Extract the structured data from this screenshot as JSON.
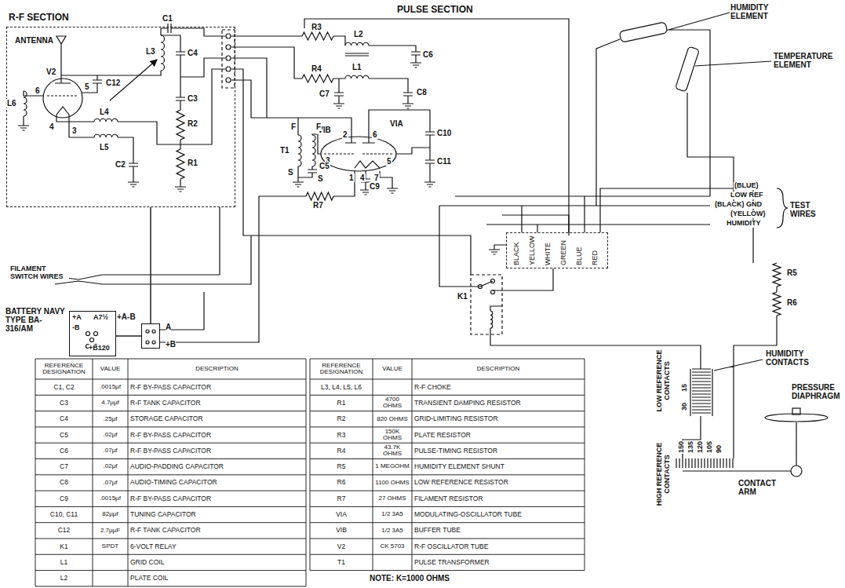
{
  "diagram": {
    "nodes": [
      {
        "text": [
          "R-F SECTION"
        ]
      },
      {
        "text": [
          "BATTERY NAVY TYPE BA-316/AM",
          "+A",
          "-B",
          "A7½",
          "+B120"
        ]
      },
      {
        "text": [
          "+A-B",
          "A",
          "+B"
        ]
      },
      {
        "text": [
          "BLACK",
          "YELLOW",
          "WHITE",
          "GREEN",
          "BLUE",
          "RED"
        ]
      }
    ],
    "edges": [
      {
        "from": 1,
        "to": 2,
        "arrow": "none"
      },
      {
        "from": 2,
        "to": 0,
        "arrow": "none"
      }
    ],
    "labels": [
      "PULSE SECTION",
      "ANTENNA",
      "V2",
      "C1",
      "L3",
      "C4",
      "C12",
      "5",
      "6",
      "C3",
      "R2",
      "4",
      "3",
      "L4",
      "L6",
      "L5",
      "C2",
      "R1",
      "R3",
      "L2",
      "C6",
      "L1",
      "R4",
      "C7",
      "C8",
      "VIA",
      "VIB",
      "2",
      "6",
      "3",
      "5",
      "C5",
      "1",
      "4",
      "7",
      "C9",
      "C10",
      "C11",
      "T1",
      "F",
      "F",
      "S",
      "S",
      "R7",
      "HUMIDITY ELEMENT",
      "TEMPERATURE ELEMENT",
      "(BLUE)",
      "LOW REF",
      "(BLACK) GND",
      "(YELLOW)",
      "HUMIDITY",
      "TEST WIRES",
      "K1",
      "R5",
      "R6",
      "HUMIDITY CONTACTS",
      "LOW REFERENCE CONTACTS",
      "15",
      "30",
      "PRESSURE DIAPHRAGM",
      "CONTACT ARM",
      "HIGH REFERENCE CONTACTS",
      "150",
      "135",
      "120",
      "105",
      "90",
      "FILAMENT SWITCH WIRES",
      "NOTE: K=1000 OHMS",
      "REFERENCE DESIGNATION",
      "VALUE",
      "DESCRIPTION",
      "C1, C2",
      ".0015µf",
      "R-F BY-PASS CAPACITOR",
      "C3",
      "4.7µµf",
      "R-F TANK CAPACITOR",
      "C4",
      ".25µf",
      "STORAGE CAPACITOR",
      "C5",
      ".02µf",
      "R-F BY-PASS CAPACITOR",
      "C6",
      ".07µf",
      "R-F BY-PASS CAPACITOR",
      "C7",
      ".02µf",
      "AUDIO-PADDING CAPACITOR",
      "C8",
      ".07µf",
      "AUDIO-TIMING CAPACITOR",
      "C9",
      ".0015µf",
      "R-F BY-PASS CAPACITOR",
      "C10, C11",
      "82µµf",
      "TUNING CAPACITOR",
      "C12",
      "2.7µµF",
      "R-F TANK CAPACITOR",
      "K1",
      "SPDT",
      "6-VOLT RELAY",
      "L1",
      "GRID COIL",
      "L2",
      "PLATE COIL",
      "REFERENCE DESIGNATION",
      "VALUE",
      "DESCRIPTION",
      "L3, L4, L5, L6",
      "R-F CHOKE",
      "R1",
      "4700 OHMS",
      "TRANSIENT DAMPING RESISTOR",
      "R2",
      "820 OHMS",
      "GRID-LIMITING RESISTOR",
      "R3",
      "150K OHMS",
      "PLATE RESISTOR",
      "R4",
      "43.7K OHMS",
      "PULSE-TIMING RESISTOR",
      "R5",
      "1 MEGOHM",
      "HUMIDITY ELEMENT SHUNT",
      "R6",
      "1100 OHMS",
      "LOW REFERENCE RESISTOR",
      "R7",
      "27 OHMS",
      "FILAMENT RESISTOR",
      "VIA",
      "1/2 3A5",
      "MODULATING-OSCILLATOR TUBE",
      "VIB",
      "1/2 3A5",
      "BUFFER TUBE",
      "V2",
      "CK 5703",
      "R-F OSCILLATOR TUBE",
      "T1",
      "PULSE TRANSFORMER"
    ]
  }
}
